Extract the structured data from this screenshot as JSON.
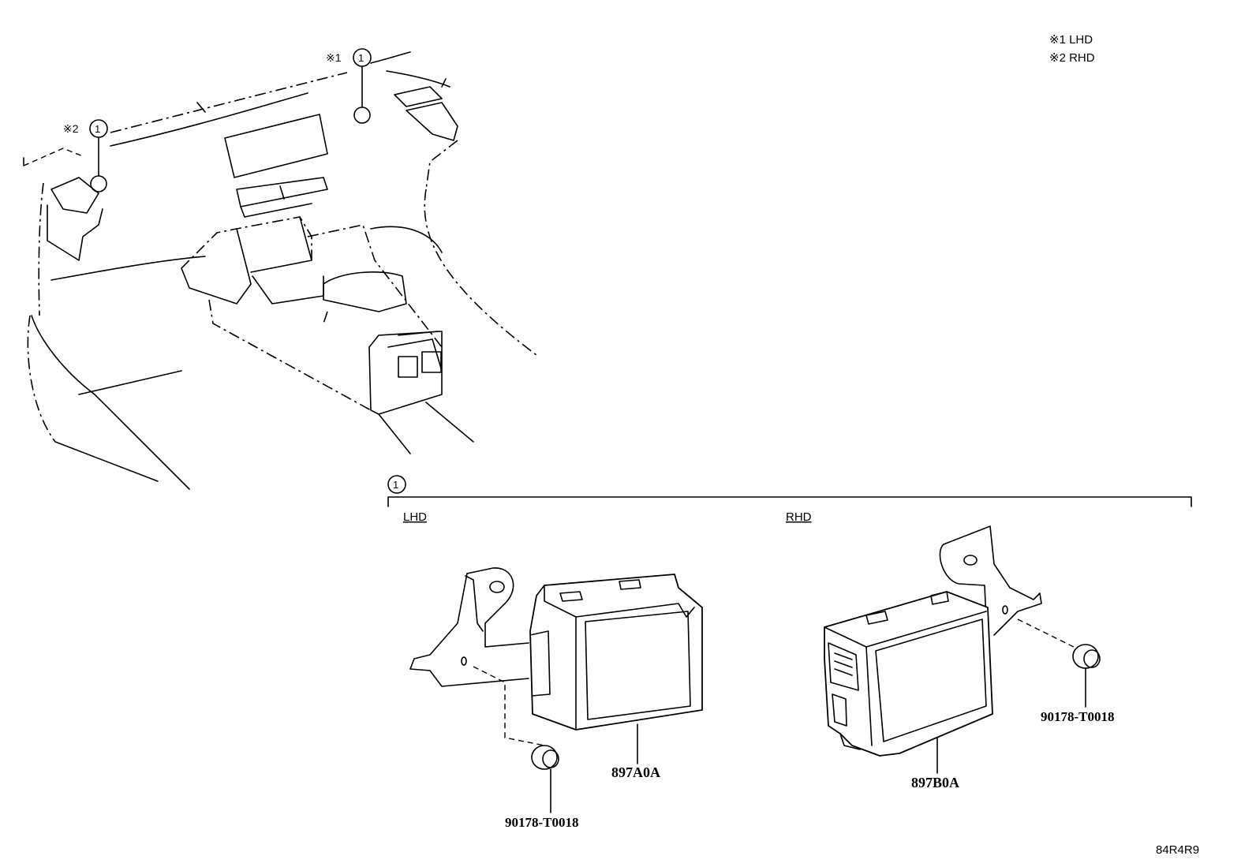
{
  "legend": {
    "note1": "※1 LHD",
    "note2": "※2 RHD"
  },
  "overview": {
    "callout_lhd_mark": "※1",
    "callout_rhd_mark": "※2",
    "callout_number": "1"
  },
  "detail": {
    "ref_number": "1",
    "lhd_title": "LHD",
    "rhd_title": "RHD"
  },
  "parts": {
    "lhd_module": "897A0A",
    "lhd_clip": "90178-T0018",
    "rhd_module": "897B0A",
    "rhd_clip": "90178-T0018"
  },
  "figure_code": "84R4R9"
}
